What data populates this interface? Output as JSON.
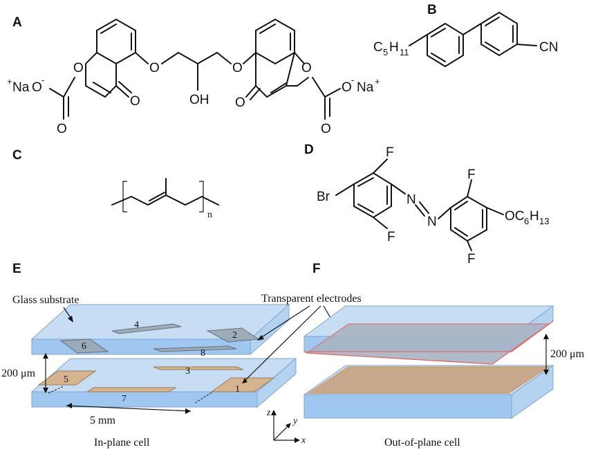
{
  "panels": {
    "a": {
      "letter": "A",
      "labels": {
        "O_chromone_left": "O",
        "O_chromone_right": "O",
        "O_ether_left": "O",
        "O_ether_right": "O",
        "OH": "OH",
        "O_keto_left": "O",
        "O_keto_right": "O",
        "O_acid_left": "O",
        "O_acid_right": "O",
        "na_left_plus": "+",
        "na_left": "Na",
        "na_left_o": "O",
        "na_left_minus": "-",
        "na_right_o": "O",
        "na_right_minus": "-",
        "na_right": "Na",
        "na_right_plus": "+"
      }
    },
    "b": {
      "letter": "B",
      "c5": "C",
      "c5_sub_5": "5",
      "h11": "H",
      "h11_sub": "11",
      "cn": "CN"
    },
    "c": {
      "letter": "C",
      "subscript": "n"
    },
    "d": {
      "letter": "D",
      "br": "Br",
      "f1": "F",
      "f2": "F",
      "f3": "F",
      "f4": "F",
      "n1": "N",
      "n2": "N",
      "oc": "OC",
      "oc_sub6": "6",
      "h13": "H",
      "h13_sub": "13"
    },
    "e": {
      "letter": "E",
      "glass_label": "Glass substrate",
      "electrodes_label": "Transparent electrodes",
      "gap_label": "200 μm",
      "width_label": "5 mm",
      "caption": "In-plane cell",
      "electrode_numbers": [
        "1",
        "2",
        "3",
        "4",
        "5",
        "6",
        "7",
        "8"
      ],
      "axes": {
        "x": "x",
        "y": "y",
        "z": "z"
      }
    },
    "f": {
      "letter": "F",
      "gap_label": "200 μm",
      "caption": "Out-of-plane cell"
    }
  },
  "colors": {
    "glass": "#c6ddf4",
    "electrode_grey": "#9aa7b4",
    "electrode_tan": "#d6b48f",
    "electrode_edge_red": "#e06a6a"
  }
}
